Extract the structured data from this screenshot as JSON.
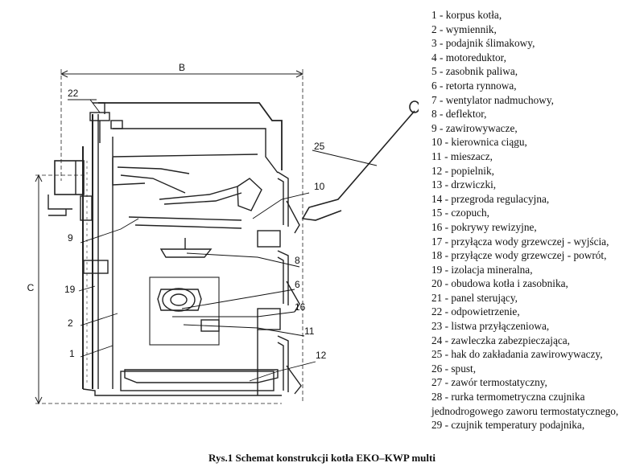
{
  "dimensions": {
    "b": "B",
    "c": "C"
  },
  "callouts": [
    "22",
    "25",
    "10",
    "9",
    "8",
    "6",
    "16",
    "11",
    "19",
    "2",
    "1",
    "12"
  ],
  "legend": [
    "1 - korpus kotła,",
    "2 - wymiennik,",
    "3 - podajnik ślimakowy,",
    "4 - motoreduktor,",
    "5 - zasobnik paliwa,",
    "6 - retorta rynnowa,",
    "7 - wentylator nadmuchowy,",
    "8 - deflektor,",
    "9 - zawirowywacze,",
    "10 - kierownica ciągu,",
    "11 - mieszacz,",
    "12 - popielnik,",
    "13 - drzwiczki,",
    "14 - przegroda regulacyjna,",
    "15 - czopuch,",
    "16 - pokrywy rewizyjne,",
    "17 - przyłącza wody grzewczej - wyjścia,",
    "18 - przyłącze wody grzewczej - powrót,",
    "19 - izolacja mineralna,",
    "20 - obudowa kotła i zasobnika,",
    "21 - panel sterujący,",
    "22 - odpowietrzenie,",
    "23 - listwa przyłączeniowa,",
    "24 - zawleczka zabezpieczająca,",
    "25 - hak do zakładania zawirowywaczy,",
    "26 - spust,",
    "27 - zawór termostatyczny,",
    "28 - rurka termometryczna czujnika jednodrogowego zaworu termostatycznego,",
    "29 - czujnik temperatury podajnika,"
  ],
  "caption": "Rys.1 Schemat konstrukcji kotła EKO–KWP multi"
}
